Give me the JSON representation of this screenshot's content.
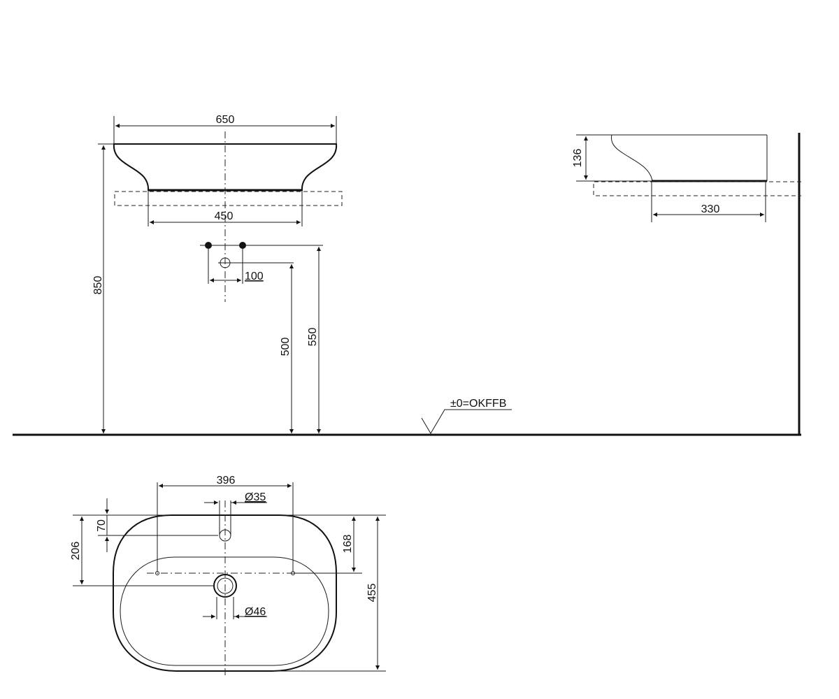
{
  "dimensions": {
    "front_width": "650",
    "front_base_width": "450",
    "front_height": "850",
    "tap_spacing": "100",
    "waste_height": "500",
    "supply_height": "550",
    "side_height": "136",
    "side_depth": "330",
    "top_hole_spacing": "396",
    "tap_hole": "Ø35",
    "top_to_tap": "70",
    "top_to_waste": "206",
    "tap_to_bottom_edge": "168",
    "overall_depth": "455",
    "waste_hole": "Ø46"
  },
  "floor_label": "±0=OKFFB"
}
